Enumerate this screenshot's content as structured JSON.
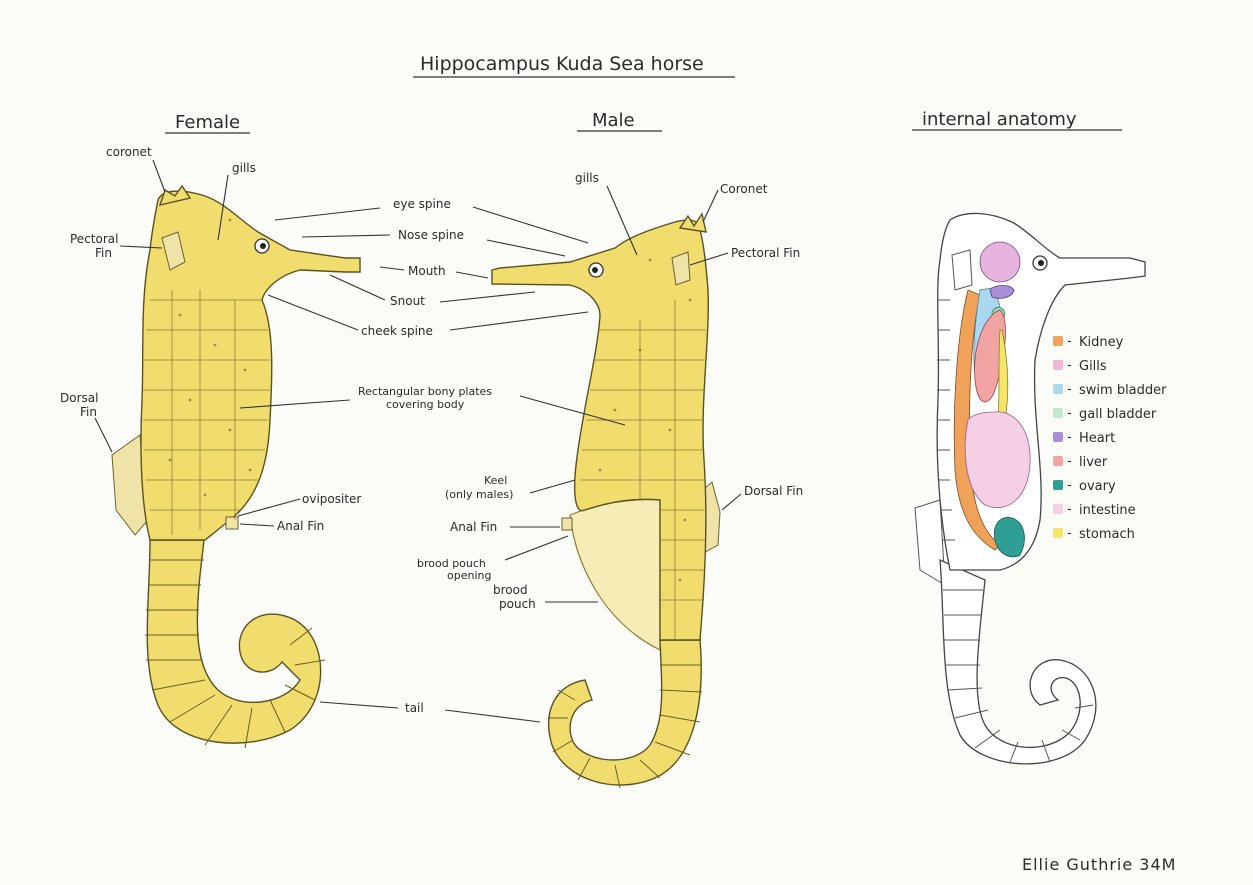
{
  "title": "Hippocampus Kuda Sea horse",
  "panels": {
    "female": {
      "heading": "Female",
      "labels": {
        "coronet": "coronet",
        "gills": "gills",
        "pectoral_fin": "Pectoral\nFin",
        "dorsal_fin": "Dorsal\nFin",
        "ovipositer": "ovipositer",
        "anal_fin": "Anal Fin"
      }
    },
    "center": {
      "eye_spine": "eye spine",
      "nose_spine": "Nose spine",
      "mouth": "Mouth",
      "snout": "Snout",
      "cheek_spine": "cheek spine",
      "plates": "Rectangular bony plates\ncovering body",
      "tail": "tail"
    },
    "male": {
      "heading": "Male",
      "labels": {
        "gills": "gills",
        "coronet": "Coronet",
        "pectoral_fin": "Pectoral Fin",
        "keel": "Keel\n(only males)",
        "anal_fin": "Anal Fin",
        "brood_pouch_opening": "brood pouch\nopening",
        "brood_pouch": "brood\npouch",
        "dorsal_fin": "Dorsal Fin"
      }
    },
    "internal": {
      "heading": "internal anatomy",
      "legend": [
        {
          "label": "Kidney",
          "color": "#f0a25a"
        },
        {
          "label": "Gills",
          "color": "#f2b6d6"
        },
        {
          "label": "swim bladder",
          "color": "#a9d8f0"
        },
        {
          "label": "gall bladder",
          "color": "#bfe8cf"
        },
        {
          "label": "Heart",
          "color": "#a88fd8"
        },
        {
          "label": "liver",
          "color": "#f2a3a3"
        },
        {
          "label": "ovary",
          "color": "#2f9e95"
        },
        {
          "label": "intestine",
          "color": "#f5cfe6"
        },
        {
          "label": "stomach",
          "color": "#f5e66a"
        }
      ]
    }
  },
  "signature": "Ellie Guthrie 34M"
}
